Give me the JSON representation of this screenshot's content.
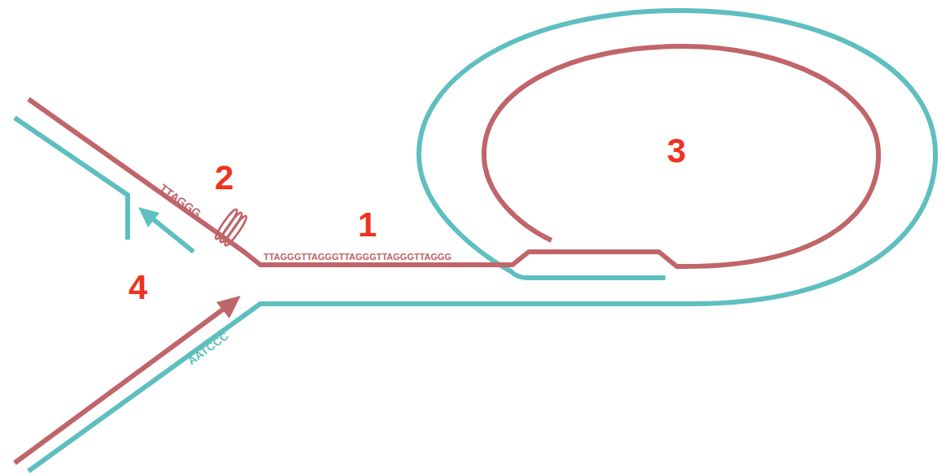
{
  "diagram": {
    "labels": [
      "3",
      "2",
      "TTAGGG",
      "1",
      "TTAGGGTTAGGGTTAGGGTTAGGGTTAGGG",
      "4",
      "AATCCC"
    ]
  }
}
